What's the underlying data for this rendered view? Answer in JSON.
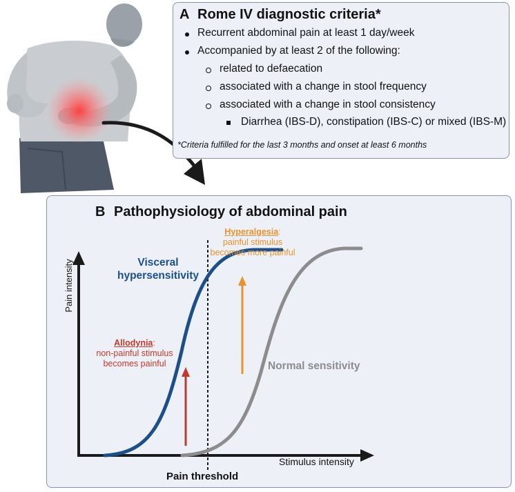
{
  "panel_a": {
    "letter": "A",
    "title": "Rome IV diagnostic criteria*",
    "criteria": [
      "Recurrent abdominal pain at least 1 day/week",
      "Accompanied by at least 2 of the following:"
    ],
    "sub_criteria": [
      "related to defaecation",
      "associated with a change in stool frequency",
      "associated with a change in stool consistency"
    ],
    "subtypes": "Diarrhea (IBS-D), constipation (IBS-C) or mixed (IBS-M)",
    "footnote": "*Criteria fulfilled for the last 3 months and onset at least 6 months"
  },
  "panel_b": {
    "letter": "B",
    "title": "Pathophysiology of abdominal pain",
    "y_axis_label": "Pain intensity",
    "x_axis_label": "Stimulus intensity",
    "threshold_label": "Pain threshold",
    "visceral_label_1": "Visceral",
    "visceral_label_2": "hypersensitivity",
    "normal_label": "Normal sensitivity",
    "allodynia_term": "Allodynia",
    "allodynia_desc_1": "non-painful stimulus",
    "allodynia_desc_2": "becomes painful",
    "hyperalgesia_term": "Hyperalgesia",
    "hyperalgesia_desc_1": "painful stimulus",
    "hyperalgesia_desc_2": "becomes more painful"
  },
  "colors": {
    "visceral": "#1b4f8a",
    "normal": "#8c8c8c",
    "allodynia": "#c0392b",
    "hyperalgesia": "#e8912d",
    "panel_bg": "#eef0f7",
    "panel_border": "#8a93ad"
  }
}
